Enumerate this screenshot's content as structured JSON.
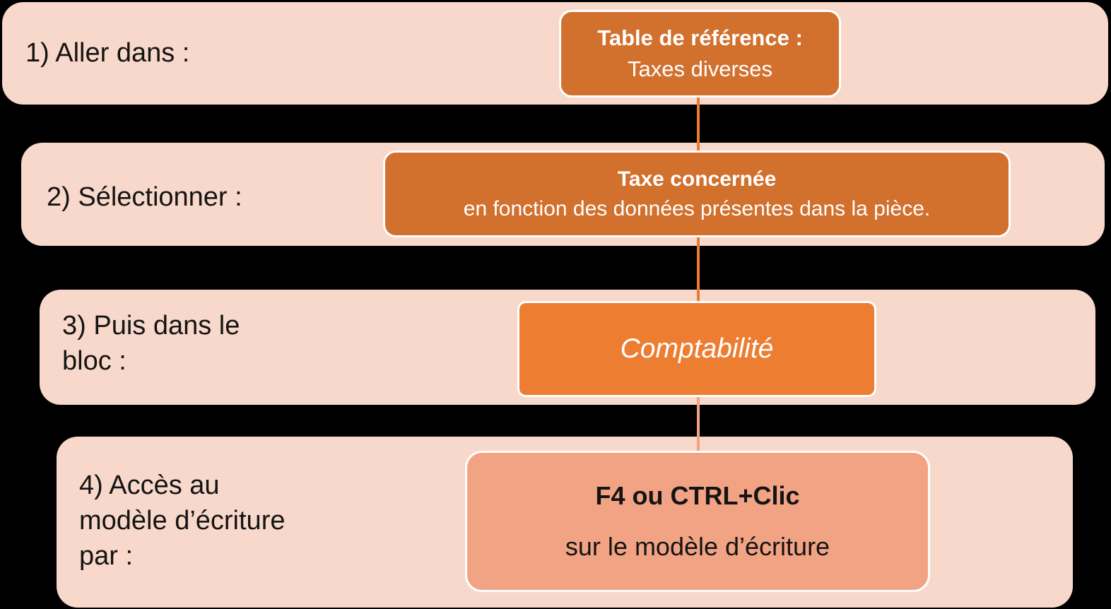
{
  "colors": {
    "bg": "#000000",
    "row-pink": "#f8d8ca",
    "box-dark-orange": "#d2702e",
    "box-bright-orange": "#ed7d31",
    "box-salmon": "#f2a384",
    "connector-orange": "#e97d2f",
    "connector-salmon": "#f2a384",
    "box-border": "#ffffff",
    "label-text": "#141414",
    "box-text-light": "#ffffff",
    "box-text-dark": "#141414"
  },
  "steps": [
    {
      "label": "1) Aller dans :",
      "box": {
        "title": "Table de référence :",
        "body": "Taxes diverses"
      }
    },
    {
      "label": "2) Sélectionner :",
      "box": {
        "title": "Taxe concernée",
        "body": "en fonction des données présentes dans la pièce."
      }
    },
    {
      "label": "3) Puis dans le bloc :",
      "box": {
        "body": "Comptabilité"
      }
    },
    {
      "label": "4) Accès au modèle d’écriture par :",
      "box": {
        "title": "F4 ou CTRL+Clic",
        "body": "sur le modèle d’écriture"
      }
    }
  ]
}
